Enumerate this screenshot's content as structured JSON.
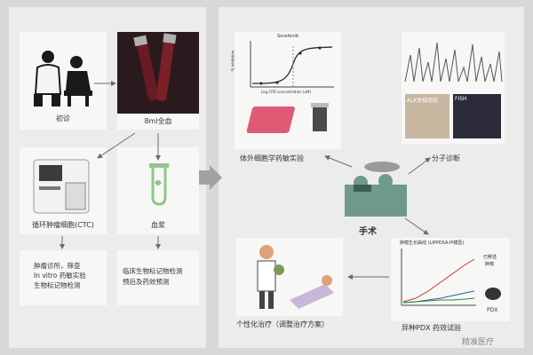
{
  "left": {
    "visit_label": "初诊",
    "blood_label": "8ml全血",
    "ctc_label": "循环肿瘤细胞(CTC)",
    "plasma_label": "血浆",
    "ctc_desc": [
      "肿瘤诊所，筛查",
      "In vitro 药敏实验",
      "生物标记物检测"
    ],
    "plasma_desc": [
      "临床生物标记物检测",
      "预后及药效预测"
    ]
  },
  "right": {
    "invitro_label": "体外细胞学药敏实验",
    "curve_title": "Sorafenib",
    "curve_ylabel": "% inhibition",
    "curve_xlabel": "Log CPD concentration (uM)",
    "molecular_label": "分子诊断",
    "alk_label": "ALK免疫组化",
    "fish_label": "FISH",
    "surgery_label": "手术",
    "pdx_label": "异种PDX 药效试验",
    "pdx_chart_title": "肿瘤生长曲线 (LIPPDSA-PI模型)",
    "pdx_tag": "PDX",
    "pdx_small1": "已孵选",
    "pdx_small2": "肿瘤",
    "personal_label": "个性化治疗（调整治疗方案）",
    "watermark": "精准医疗"
  },
  "colors": {
    "arrow": "#6b6b6b",
    "big_arrow": "#a2a2a2",
    "blood": "#6a1a22",
    "green": "#8fc78a",
    "curve": "#2e2e2e",
    "pink": "#e05a76"
  }
}
